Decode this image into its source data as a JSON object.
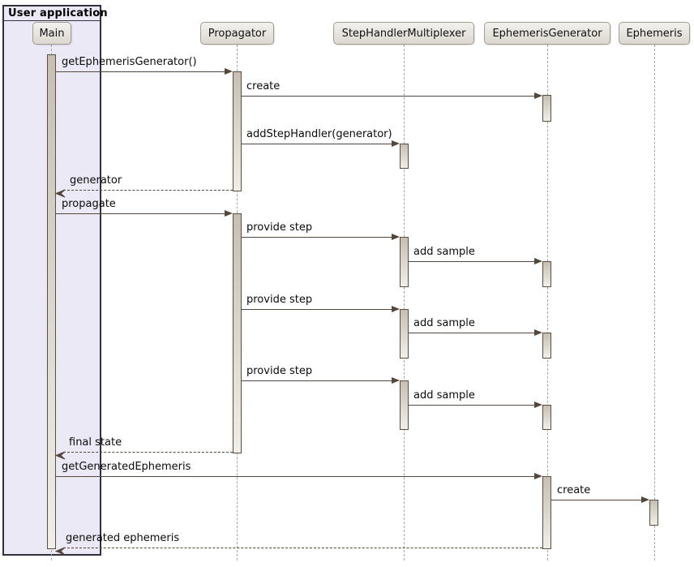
{
  "frame": {
    "title": "User application"
  },
  "participants": [
    {
      "name": "Main"
    },
    {
      "name": "Propagator"
    },
    {
      "name": "StepHandlerMultiplexer"
    },
    {
      "name": "EphemerisGenerator"
    },
    {
      "name": "Ephemeris"
    }
  ],
  "messages": [
    {
      "label": "getEphemerisGenerator()",
      "from": "Main",
      "to": "Propagator",
      "style": "solid"
    },
    {
      "label": "create",
      "from": "Propagator",
      "to": "EphemerisGenerator",
      "style": "solid"
    },
    {
      "label": "addStepHandler(generator)",
      "from": "Propagator",
      "to": "StepHandlerMultiplexer",
      "style": "solid"
    },
    {
      "label": "generator",
      "from": "Propagator",
      "to": "Main",
      "style": "dashed-return"
    },
    {
      "label": "propagate",
      "from": "Main",
      "to": "Propagator",
      "style": "solid"
    },
    {
      "label": "provide step",
      "from": "Propagator",
      "to": "StepHandlerMultiplexer",
      "style": "solid"
    },
    {
      "label": "add sample",
      "from": "StepHandlerMultiplexer",
      "to": "EphemerisGenerator",
      "style": "solid"
    },
    {
      "label": "provide step",
      "from": "Propagator",
      "to": "StepHandlerMultiplexer",
      "style": "solid"
    },
    {
      "label": "add sample",
      "from": "StepHandlerMultiplexer",
      "to": "EphemerisGenerator",
      "style": "solid"
    },
    {
      "label": "provide step",
      "from": "Propagator",
      "to": "StepHandlerMultiplexer",
      "style": "solid"
    },
    {
      "label": "add sample",
      "from": "StepHandlerMultiplexer",
      "to": "EphemerisGenerator",
      "style": "solid"
    },
    {
      "label": "final state",
      "from": "Propagator",
      "to": "Main",
      "style": "dashed-return"
    },
    {
      "label": "getGeneratedEphemeris",
      "from": "Main",
      "to": "EphemerisGenerator",
      "style": "solid"
    },
    {
      "label": "create",
      "from": "EphemerisGenerator",
      "to": "Ephemeris",
      "style": "solid"
    },
    {
      "label": "generated ephemeris",
      "from": "EphemerisGenerator",
      "to": "Main",
      "style": "dashed-return"
    }
  ],
  "colors": {
    "frame_bg": "#ECE9F6",
    "frame_border": "#332F3C",
    "arrow": "#53463A",
    "participant_border": "#A29C93",
    "lifeline": "#A9A49B",
    "text": "#0b0b0b"
  }
}
